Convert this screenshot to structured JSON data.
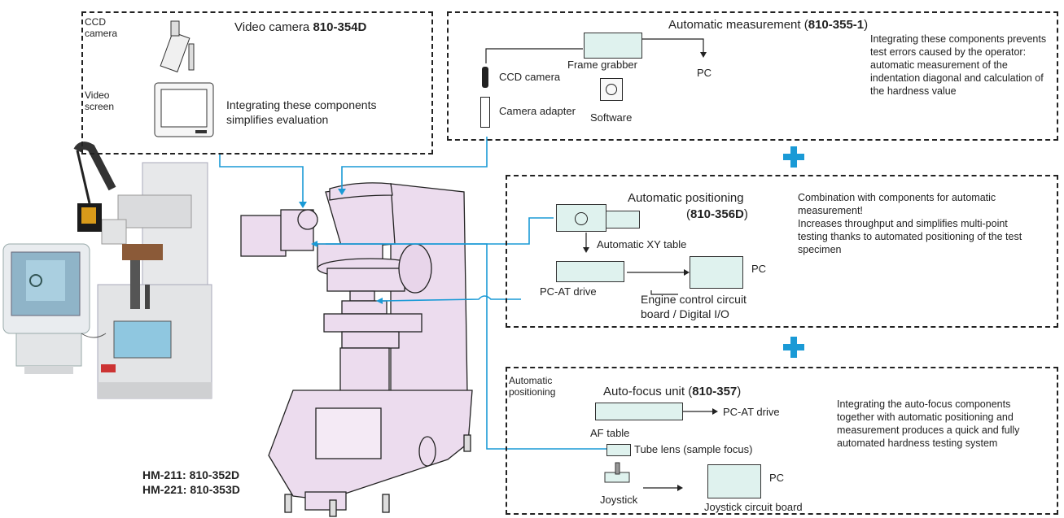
{
  "video_box": {
    "ccd_label": "CCD\ncamera",
    "screen_label": "Video\nscreen",
    "title_prefix": "Video camera ",
    "title_code": "810-354D",
    "description": "Integrating these components simplifies evaluation"
  },
  "auto_measurement": {
    "title_prefix": "Automatic measurement (",
    "title_code": "810-355-1",
    "title_suffix": ")",
    "frame_grabber": "Frame grabber",
    "pc": "PC",
    "ccd_camera": "CCD camera",
    "camera_adapter": "Camera adapter",
    "software": "Software",
    "description": "Integrating these components prevents test errors caused by the operator: automatic measurement of the indentation diagonal and calculation of the hardness value"
  },
  "auto_positioning": {
    "title": "Automatic positioning",
    "code_prefix": "(",
    "code": "810-356D",
    "code_suffix": ")",
    "xy_table": "Automatic XY table",
    "pc_at_drive": "PC-AT drive",
    "pc": "PC",
    "engine_board": "Engine control circuit board / Digital I/O",
    "description": "Combination with components for automatic measurement!\nIncreases throughput and simplifies multi-point testing thanks to automated positioning of the test specimen"
  },
  "auto_focus": {
    "side_label": "Automatic positioning",
    "title_prefix": "Auto-focus unit (",
    "title_code": "810-357",
    "title_suffix": ")",
    "pc_at_drive": "PC-AT drive",
    "af_table": "AF table",
    "tube_lens": "Tube lens (sample focus)",
    "joystick": "Joystick",
    "pc": "PC",
    "joystick_board": "Joystick circuit board",
    "description": "Integrating the auto-focus components together with automatic positioning and measurement produces a quick and fully automated hardness testing system"
  },
  "models": {
    "hm211": "HM-211: 810-352D",
    "hm221": "HM-221: 810-353D"
  },
  "colors": {
    "accent": "#1a9ad6",
    "machine_body": "#ecdcee",
    "outline": "#222222"
  }
}
